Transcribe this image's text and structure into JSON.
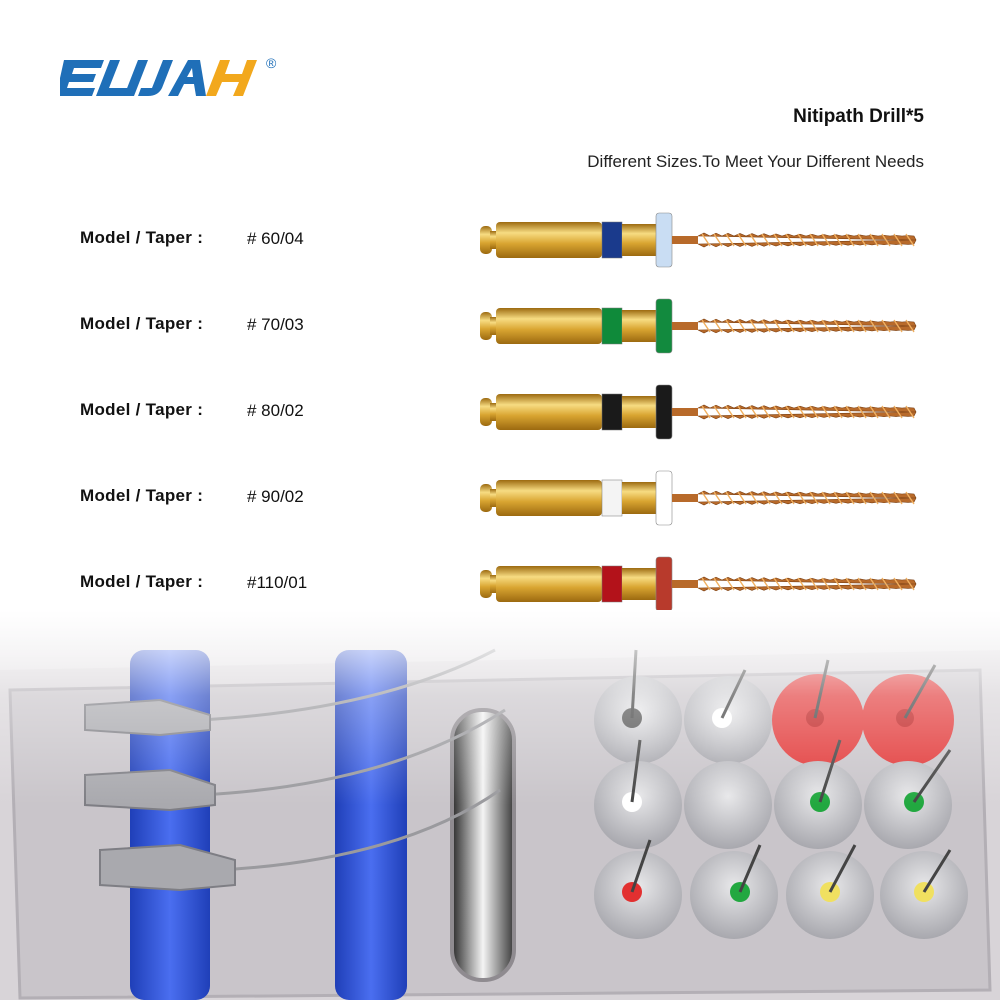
{
  "brand": {
    "name": "ELIJAH",
    "trademark": "®",
    "color": "#1f6fb8",
    "accent": "#f2a81d"
  },
  "product": {
    "title": "Nitipath Drill*5",
    "subtitle": "Different Sizes.To Meet Your Different Needs"
  },
  "models": [
    {
      "label": "Model / Taper :",
      "value": "# 60/04",
      "band_color": "#1a3a8c",
      "stopper_color": "#c9ddf3"
    },
    {
      "label": "Model / Taper :",
      "value": "# 70/03",
      "band_color": "#0f8a3a",
      "stopper_color": "#128a3e"
    },
    {
      "label": "Model / Taper :",
      "value": "# 80/02",
      "band_color": "#1a1a1a",
      "stopper_color": "#1a1a1a"
    },
    {
      "label": "Model / Taper :",
      "value": "# 90/02",
      "band_color": "#f4f4f4",
      "stopper_color": "#ffffff"
    },
    {
      "label": "Model / Taper :",
      "value": "#110/01",
      "band_color": "#b3121a",
      "stopper_color": "#b83a2c"
    }
  ],
  "colors": {
    "shank_gold": "#d9a531",
    "shank_light": "#f7dc82",
    "shank_dark": "#9c6a10",
    "file_copper": "#b86a2a",
    "tray_steel": "#cfcdd0",
    "holder_blue": "#2f55d6"
  },
  "tray": {
    "description_icon": "endodontic-tray-photo",
    "stopper_colors": [
      "#555555",
      "#ffffff",
      "#e23030",
      "#e23030",
      "#ffffff",
      "#22a840",
      "#22a840",
      "#e23030",
      "#22a840",
      "#f0e060",
      "#f0e060",
      "#e8e8e8"
    ]
  }
}
